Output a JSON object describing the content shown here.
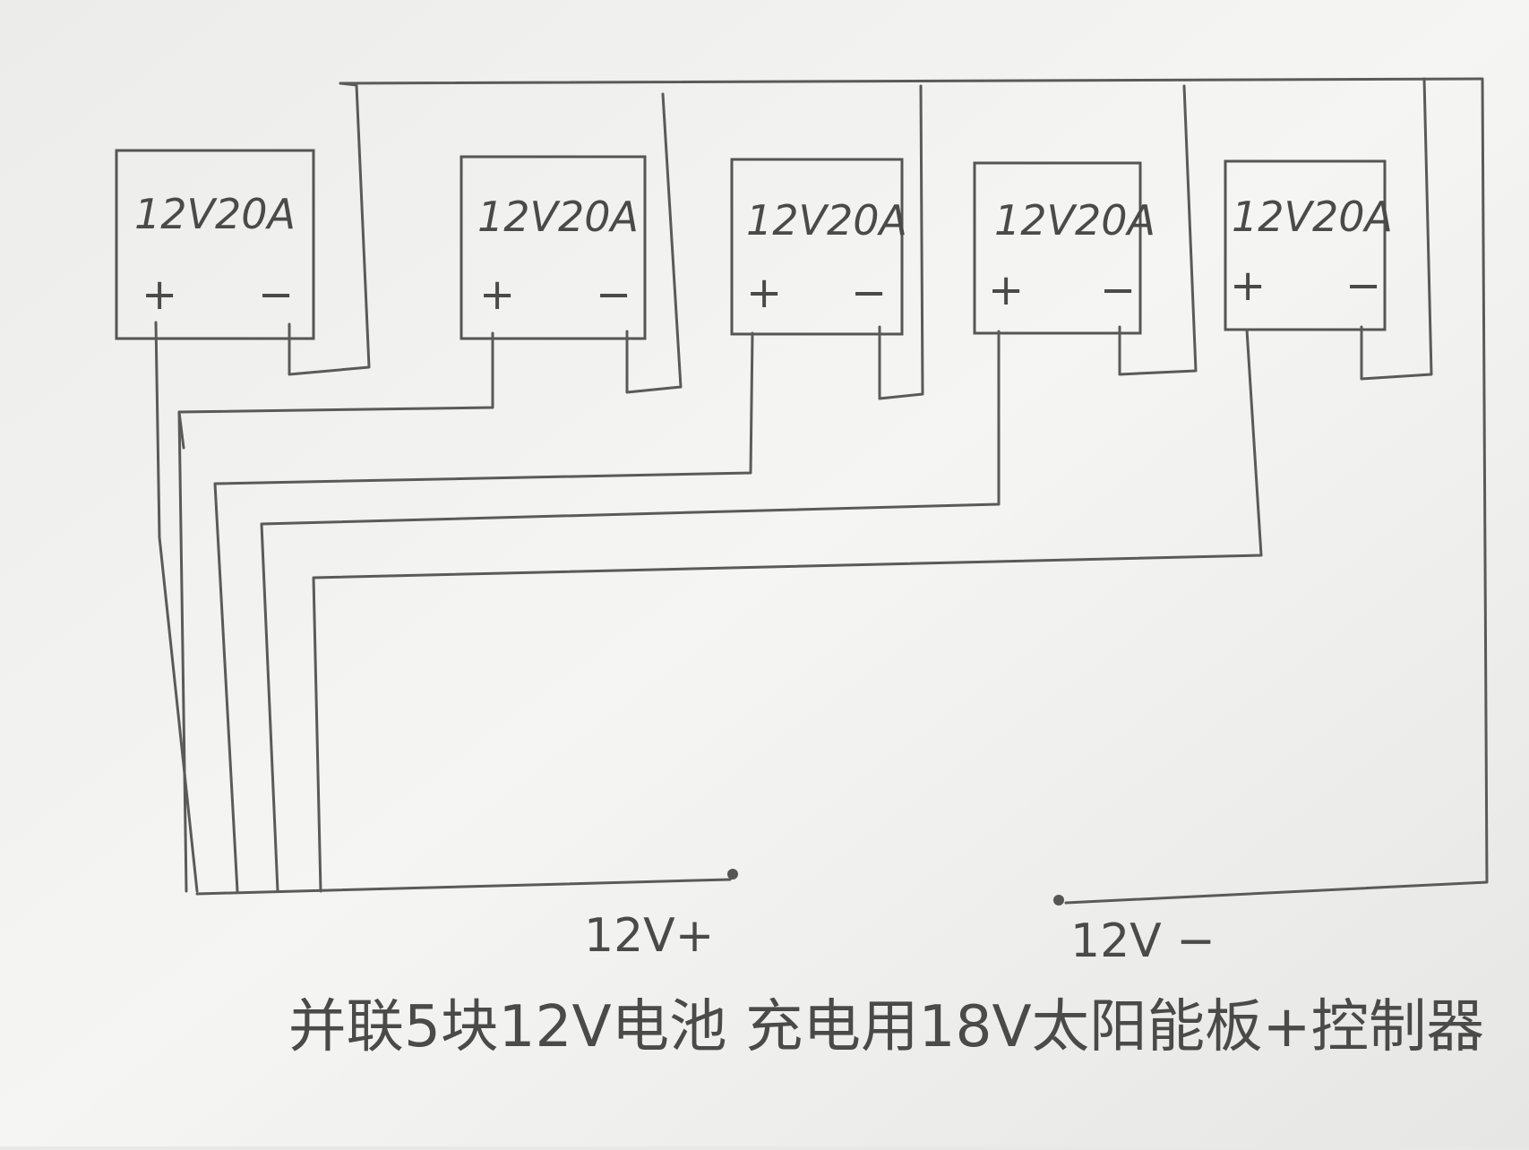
{
  "batteries": [
    {
      "label": "12V20A",
      "plus": "+",
      "minus": "−"
    },
    {
      "label": "12V20A",
      "plus": "+",
      "minus": "−"
    },
    {
      "label": "12V20A",
      "plus": "+",
      "minus": "−"
    },
    {
      "label": "12V20A",
      "plus": "+",
      "minus": "−"
    },
    {
      "label": "12V20A",
      "plus": "+",
      "minus": "−"
    }
  ],
  "terminals": {
    "positive": "12V+",
    "negative": "12V −"
  },
  "caption": "并联5块12V电池 充电用18V太阳能板+控制器",
  "colors": {
    "paper": "#f4f4f2",
    "ink": "#555555"
  }
}
